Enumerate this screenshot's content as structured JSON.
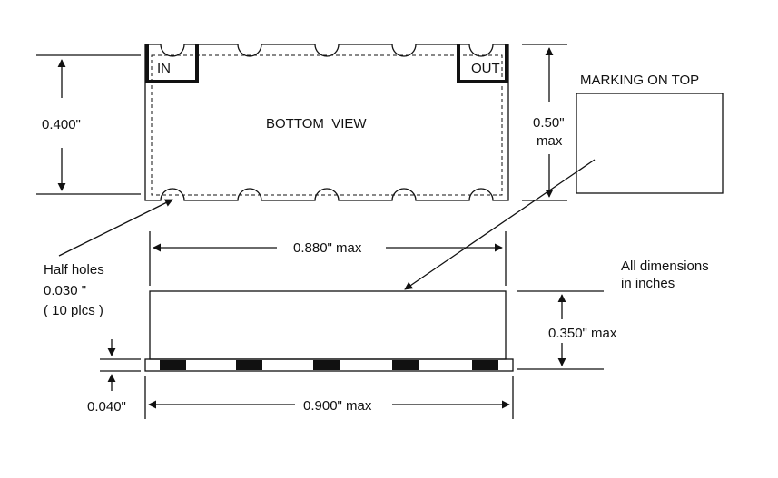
{
  "diagram": {
    "bottom_view": {
      "title": "BOTTOM  VIEW",
      "pad_in": "IN",
      "pad_out": "OUT",
      "height_dim": "0.400\"",
      "height_max_dim": "0.50\"",
      "height_max_suffix": "max"
    },
    "half_holes_note": {
      "line1": "Half holes",
      "line2": "0.030 \"",
      "line3": "( 10 plcs )"
    },
    "marking": {
      "label": "MARKING ON TOP"
    },
    "side_view": {
      "body_width_dim": "0.880\" max",
      "height_dim": "0.350\" max",
      "base_thickness_dim": "0.040\"",
      "base_width_dim": "0.900\" max"
    },
    "note": {
      "line1": "All dimensions",
      "line2": "in inches"
    },
    "colors": {
      "ink": "#111111",
      "pad_fill": "#111111",
      "background": "#ffffff"
    }
  }
}
